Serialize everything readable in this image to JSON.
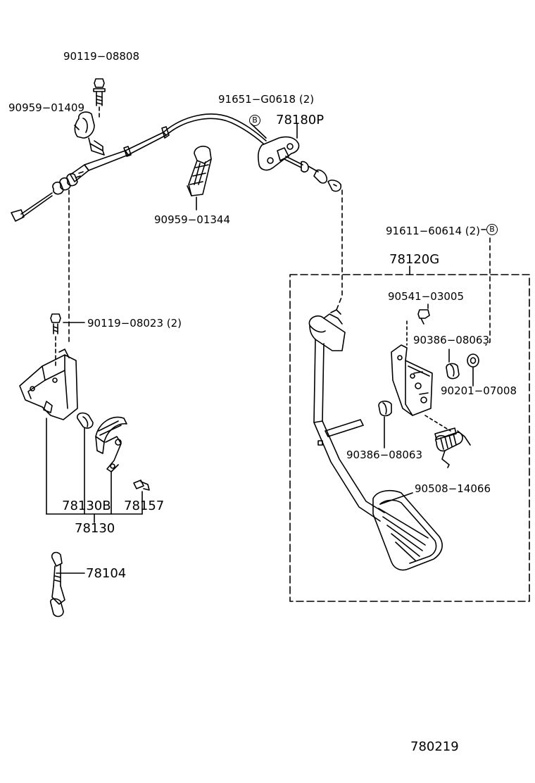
{
  "labels": {
    "l_90119_08808": "90119−08808",
    "l_90959_01409": "90959−01409",
    "l_91651_g0618": "91651−G0618 (2)",
    "l_78180p": "78180P",
    "l_90959_01344": "90959−01344",
    "l_91611_60614": "91611−60614 (2)",
    "l_78120g": "78120G",
    "l_90541_03005": "90541−03005",
    "l_90386_08063_a": "90386−08063",
    "l_90201_07008": "90201−07008",
    "l_90119_08023": "90119−08023 (2)",
    "l_90386_08063_b": "90386−08063",
    "l_90508_14066": "90508−14066",
    "l_78130b": "78130B",
    "l_78157": "78157",
    "l_78130": "78130",
    "l_78104": "78104",
    "l_figure_code": "780219"
  },
  "markers": {
    "b1": "B",
    "b2": "B"
  }
}
